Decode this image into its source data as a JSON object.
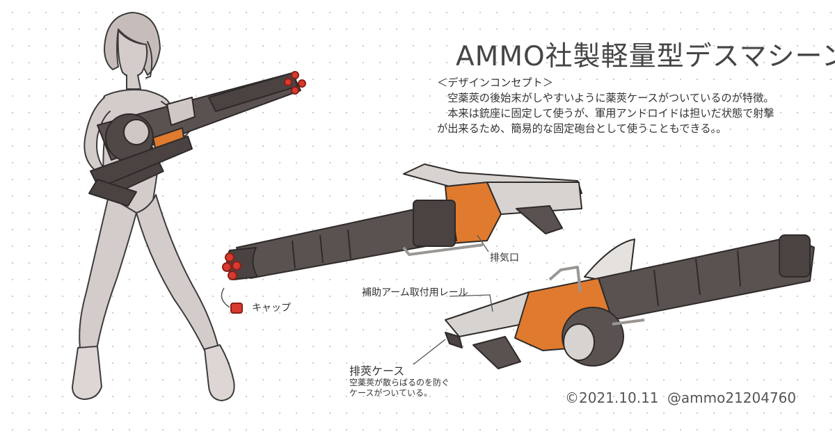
{
  "title": "AMMO社製軽量型デスマシーン",
  "concept": {
    "heading": "＜デザインコンセプト＞",
    "line1": "　空薬莢の後始末がしやすいように薬莢ケースがついているのが特徴。",
    "line2": "　本来は銃座に固定して使うが、軍用アンドロイドは担いだ状態で射撃",
    "line3": "が出来るため、簡易的な固定砲台として使うこともできる。。"
  },
  "labels": {
    "cap": "キャップ",
    "exhaust": "排気口",
    "rail": "補助アーム取付用レール",
    "case_title": "排莢ケース",
    "case_desc1": "空薬莢が散らばるのを防ぐ",
    "case_desc2": "ケースがついている。"
  },
  "footer": {
    "date": "©2021.10.11",
    "handle": "@ammo21204760"
  },
  "colors": {
    "barrel": "#5a5250",
    "barrel_dark": "#3f3937",
    "orange": "#e07a2e",
    "rail": "#d6d3d0",
    "cap_red": "#d93a2f",
    "skin": "#cfc7c5",
    "outline": "#3b3b3b"
  }
}
